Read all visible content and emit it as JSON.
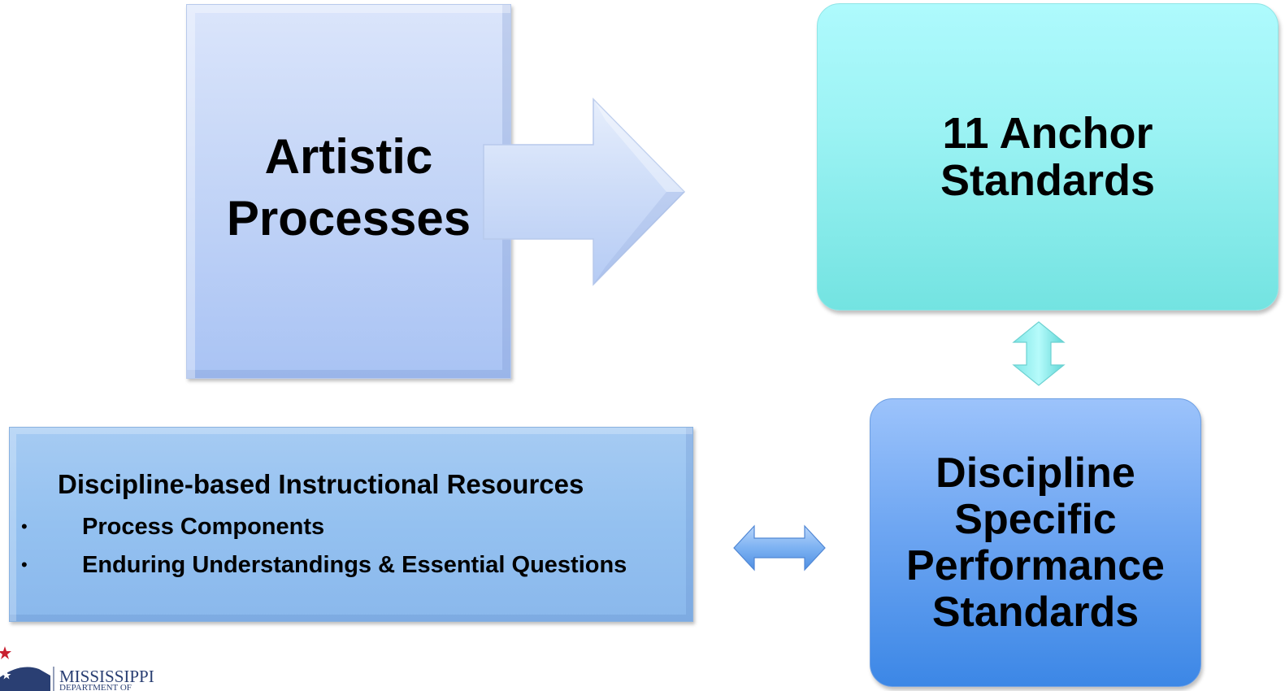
{
  "diagram": {
    "artistic_processes": {
      "label_line1": "Artistic",
      "label_line2": "Processes"
    },
    "anchor_standards": {
      "label_line1": "11 Anchor",
      "label_line2": "Standards"
    },
    "discipline_specific": {
      "label_line1": "Discipline",
      "label_line2": "Specific",
      "label_line3": "Performance",
      "label_line4": "Standards"
    },
    "resources": {
      "title": "Discipline-based Instructional Resources",
      "bullet_symbol": "•",
      "items": [
        "Process Components",
        "Enduring Understandings & Essential Questions"
      ]
    }
  },
  "logo": {
    "line1": "MISSISSIPPI",
    "line2": "DEPARTMENT OF"
  },
  "colors": {
    "artistic_fill": "#c5d6f7",
    "anchor_fill": "#9cf3f4",
    "discipline_fill": "#6ea6f2",
    "resources_fill": "#94c1f0",
    "logo_navy": "#2a3f73",
    "logo_star": "#c8202f"
  }
}
